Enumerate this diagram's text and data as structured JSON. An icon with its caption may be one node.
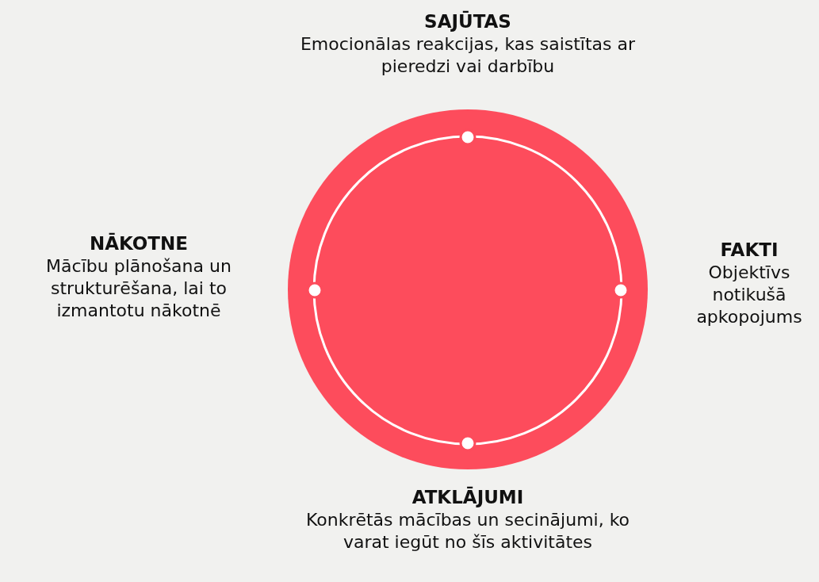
{
  "diagram": {
    "labels": [
      "SAJŪTAS",
      "Emocionālas reakcijas, kas saistītas ar pieredzi vai darbību",
      "NĀKOTNE",
      "Mācību plānošana un strukturēšana, lai to izmantotu nākotnē",
      "FAKTI",
      "Objektīvs notikušā apkopojums",
      "ATKLĀJUMI",
      "Konkrētās mācības un secinājumi, ko varat iegūt no šīs aktivitātes"
    ]
  }
}
